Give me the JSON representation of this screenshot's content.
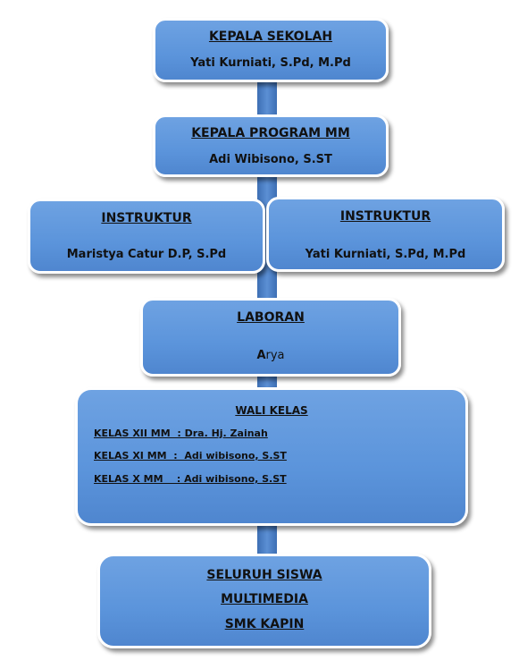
{
  "kepala_sekolah": {
    "title": "KEPALA SEKOLAH",
    "name": "Yati Kurniati, S.Pd, M.Pd"
  },
  "kepala_program": {
    "title": "KEPALA PROGRAM MM",
    "name": "Adi Wibisono, S.ST"
  },
  "instruktur": [
    {
      "title": "INSTRUKTUR",
      "name": "Maristya Catur D.P, S.Pd"
    },
    {
      "title": "INSTRUKTUR",
      "name": "Yati Kurniati, S.Pd, M.Pd"
    }
  ],
  "laboran": {
    "title": "LABORAN",
    "name_initial": "A",
    "name_rest": "rya"
  },
  "wali_kelas": {
    "title": "WALI KELAS",
    "rows": [
      "KELAS XII MM  : Dra. Hj. Zainah",
      "KELAS XI MM  :  Adi wibisono, S.ST",
      "KELAS X MM    : Adi wibisono, S.ST"
    ]
  },
  "siswa": {
    "lines": [
      "SELURUH SISWA",
      "MULTIMEDIA",
      "SMK KAPIN"
    ]
  },
  "colors": {
    "box_fill": "#5b94db",
    "connector": "#3d6fb4",
    "border": "#ffffff"
  }
}
